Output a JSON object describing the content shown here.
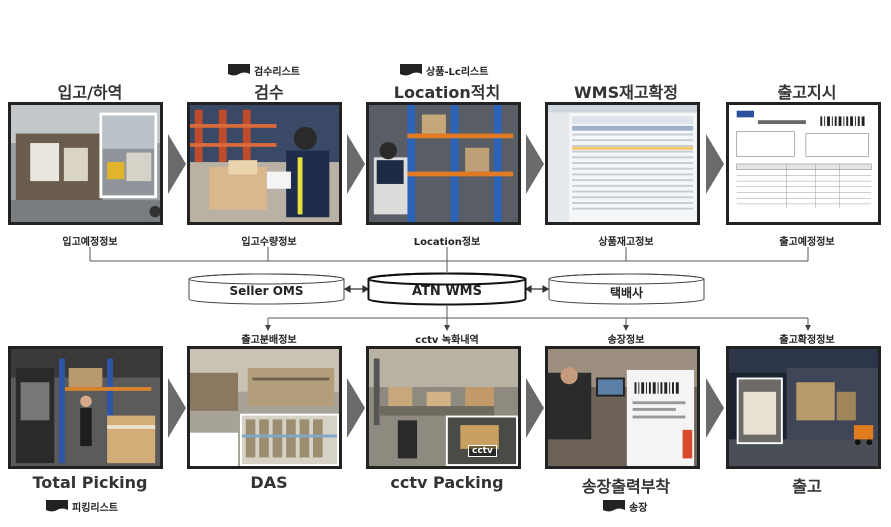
{
  "top_steps": [
    {
      "title": "입고/하역",
      "caption": "입고예정정보"
    },
    {
      "title": "검수",
      "caption": "입고수량정보",
      "doc": "검수리스트"
    },
    {
      "title": "Location적치",
      "caption": "Location정보",
      "doc": "상품-Lc리스트"
    },
    {
      "title": "WMS재고확정",
      "caption": "상품재고정보"
    },
    {
      "title": "출고지시",
      "caption": "출고예정정보"
    }
  ],
  "bottom_steps": [
    {
      "title": "Total Picking",
      "caption": "출고분배정보",
      "doc": "피킹리스트"
    },
    {
      "title": "DAS",
      "caption": "cctv 녹화내역"
    },
    {
      "title": "cctv Packing",
      "caption": "송장정보",
      "overlay": "cctv"
    },
    {
      "title": "송장출력부착",
      "caption": "출고확정정보",
      "doc": "송장"
    },
    {
      "title": "출고"
    }
  ],
  "systems": {
    "left": "Seller OMS",
    "center": "ATN WMS",
    "right": "택배사"
  },
  "colors": {
    "chevron": "#6b6b6b",
    "frame": "#222222",
    "connector": "#555555"
  }
}
